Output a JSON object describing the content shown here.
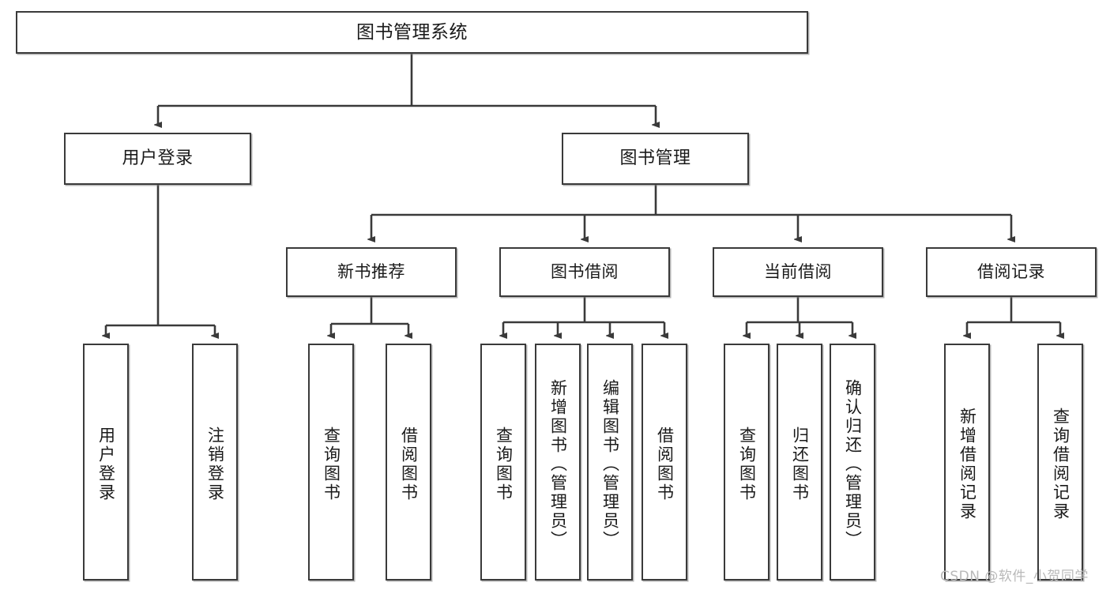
{
  "diagram": {
    "title": "图书管理系统",
    "type": "tree-hierarchy",
    "watermark": "CSDN @软件_小贺同学",
    "colors": {
      "stroke": "#3a3a3a",
      "fill": "#ffffff",
      "text": "#1a1a1a",
      "watermark": "#b9b9b9"
    },
    "root": {
      "label": "图书管理系统"
    },
    "level1": [
      {
        "label": "用户登录"
      },
      {
        "label": "图书管理"
      }
    ],
    "user_login_children": [
      {
        "label": "用户登录"
      },
      {
        "label": "注销登录"
      }
    ],
    "book_manage_children": [
      {
        "label": "新书推荐"
      },
      {
        "label": "图书借阅"
      },
      {
        "label": "当前借阅"
      },
      {
        "label": "借阅记录"
      }
    ],
    "new_book_children": [
      {
        "label": "查询图书"
      },
      {
        "label": "借阅图书"
      }
    ],
    "borrow_book_children": [
      {
        "label": "查询图书"
      },
      {
        "label": "新增图书（管理员）"
      },
      {
        "label": "编辑图书（管理员）"
      },
      {
        "label": "借阅图书"
      }
    ],
    "current_borrow_children": [
      {
        "label": "查询图书"
      },
      {
        "label": "归还图书"
      },
      {
        "label": "确认归还（管理员）"
      }
    ],
    "borrow_record_children": [
      {
        "label": "新增借阅记录"
      },
      {
        "label": "查询借阅记录"
      }
    ]
  }
}
